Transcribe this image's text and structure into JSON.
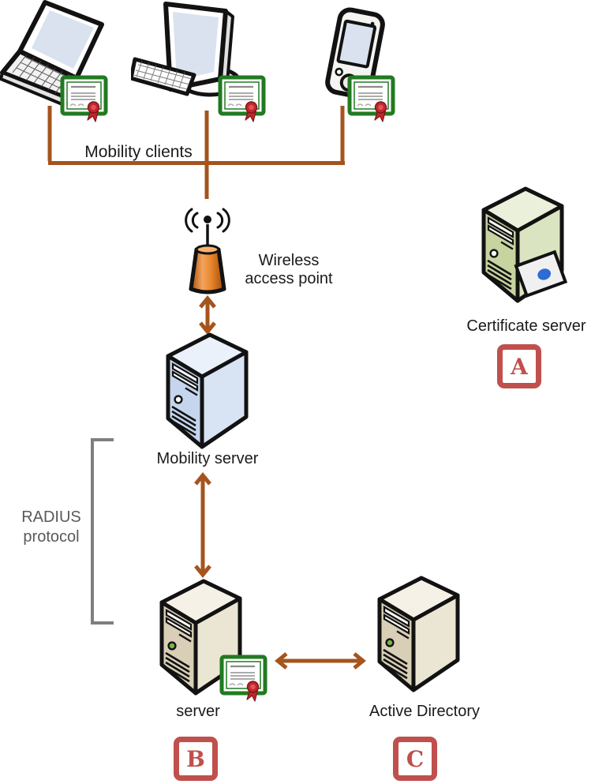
{
  "labels": {
    "mobility_clients": "Mobility clients",
    "wireless_access_point": "Wireless access point",
    "certificate_server": "Certificate server",
    "mobility_server": "Mobility server",
    "radius_protocol": "RADIUS protocol",
    "server": "server",
    "active_directory": "Active Directory"
  },
  "markers": {
    "a": "A",
    "b": "B",
    "c": "C"
  },
  "icons": {
    "clients": [
      "laptop-icon",
      "desktop-icon",
      "pda-icon"
    ],
    "certificate_badge": "certificate-icon",
    "access_point": "wireless-access-point-icon",
    "servers": [
      "mobility-server-icon",
      "certificate-server-icon",
      "radius-server-icon",
      "active-directory-server-icon"
    ],
    "certificate_card": "certificate-card-icon"
  },
  "colors": {
    "connector": "#A5541D",
    "bracket": "#7F7F7F",
    "marker": "#C0504D",
    "label_text": "#1A1A1A",
    "radius_text": "#595959",
    "server_blue": "#C5D5EE",
    "server_green": "#C8D4A0",
    "server_tan": "#D9CFB6",
    "ap_orange": "#E8842B",
    "cert_green": "#217A21",
    "cert_ribbon": "#C1272D",
    "card_dot": "#2E6BD6"
  }
}
